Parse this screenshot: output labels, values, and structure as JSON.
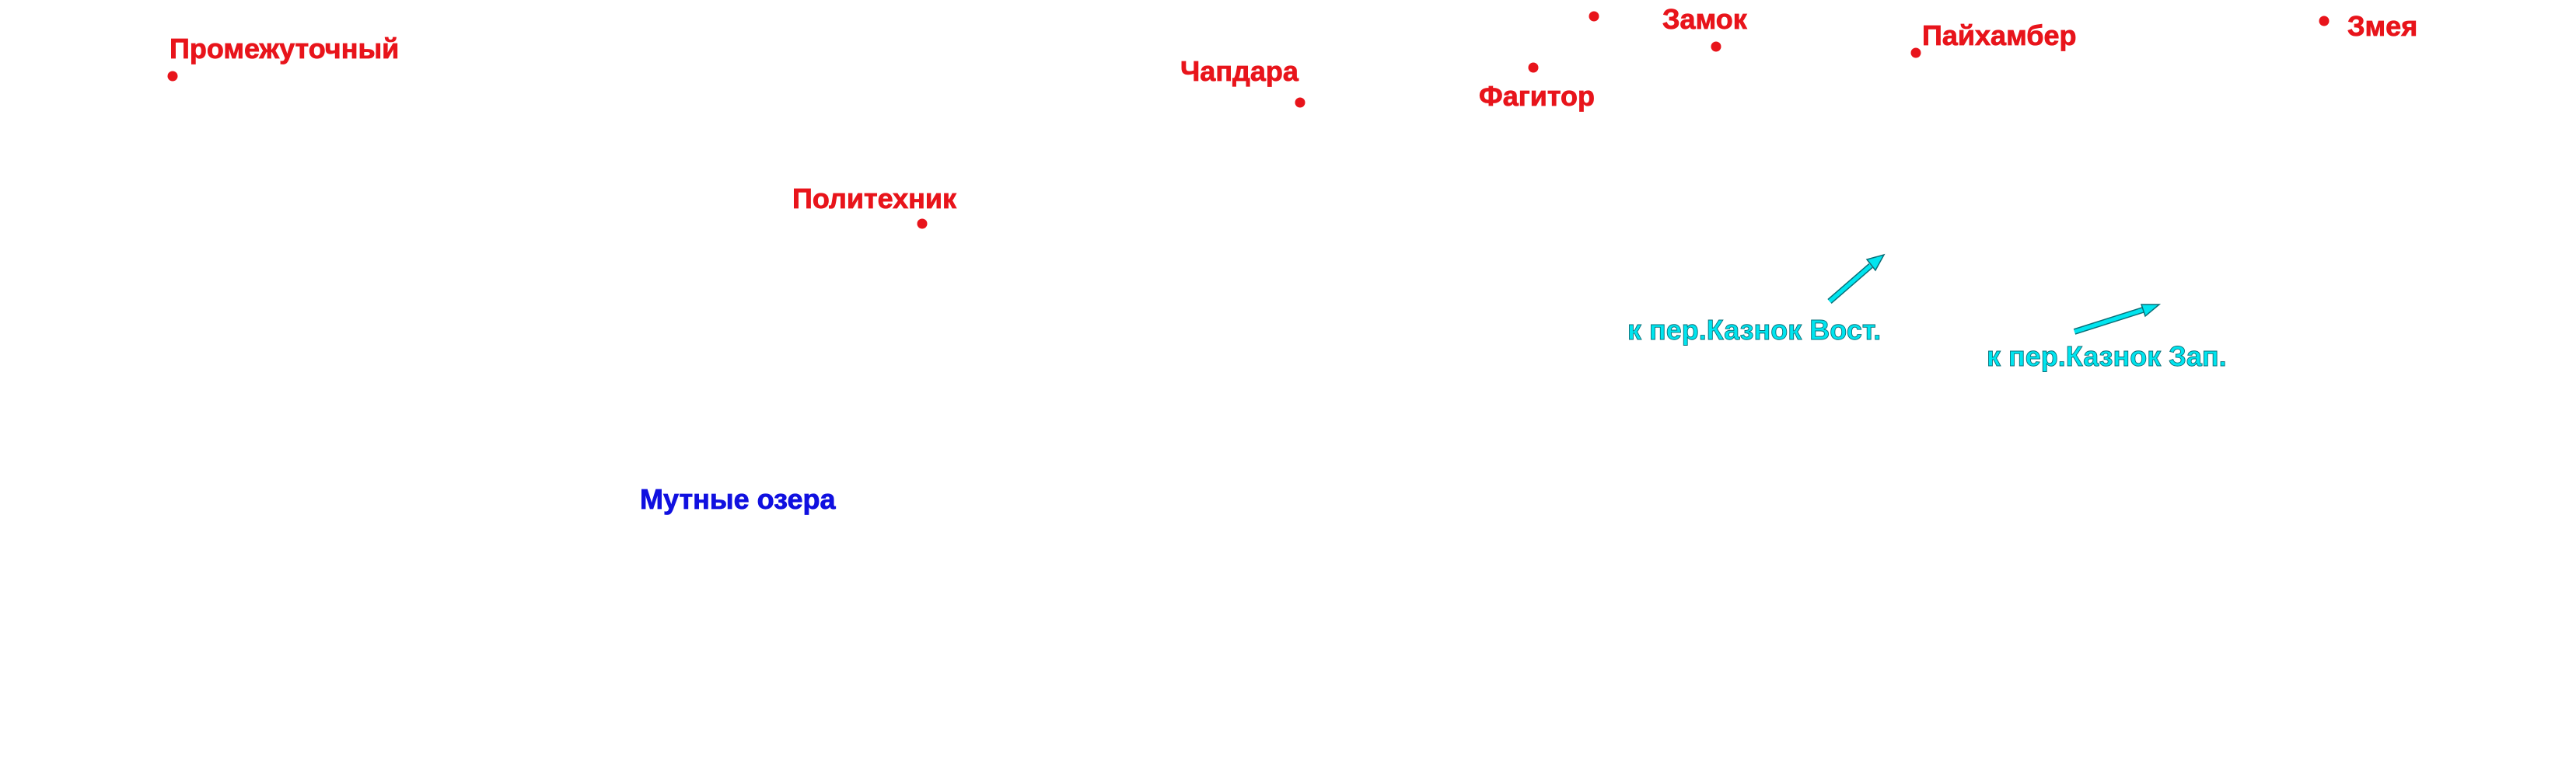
{
  "map": {
    "background": "#ffffff",
    "colors": {
      "peaks": "#e8141b",
      "lakes": "#1010e0",
      "passes": "#00e5ef"
    },
    "peaks": [
      {
        "label": "Промежуточный"
      },
      {
        "label": "Чапдара"
      },
      {
        "label": "Фагитор"
      },
      {
        "label": "Замок"
      },
      {
        "label": "Пайхамбер"
      },
      {
        "label": "Змея"
      },
      {
        "label": "Политехник"
      },
      {
        "label": ""
      }
    ],
    "lakes": [
      {
        "label": "Мутные озера"
      }
    ],
    "passes": [
      {
        "label": "к пер.Казнок Вост.",
        "icon": "arrow-icon"
      },
      {
        "label": "к пер.Казнок Зап.",
        "icon": "arrow-icon"
      }
    ]
  }
}
